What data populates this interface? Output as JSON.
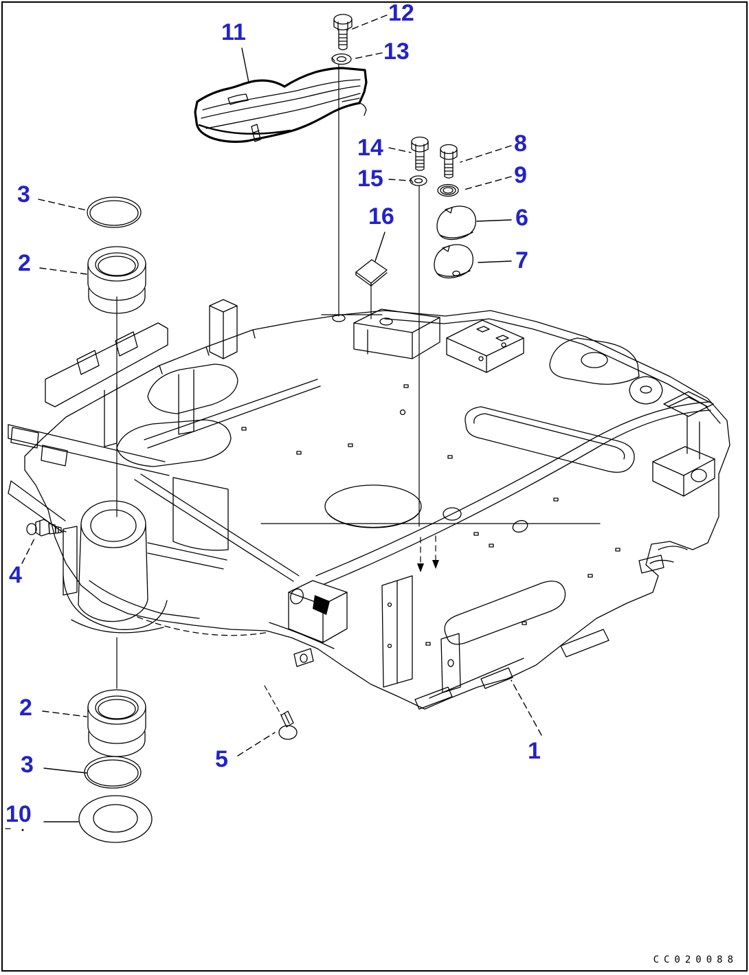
{
  "diagram": {
    "code": "CC020088",
    "colors": {
      "line": "#000000",
      "callout": "#2222CC",
      "background": "#FFFFFF"
    },
    "callouts": [
      {
        "num": "12"
      },
      {
        "num": "13"
      },
      {
        "num": "11"
      },
      {
        "num": "14"
      },
      {
        "num": "15"
      },
      {
        "num": "8"
      },
      {
        "num": "9"
      },
      {
        "num": "16"
      },
      {
        "num": "6"
      },
      {
        "num": "7"
      },
      {
        "num": "3"
      },
      {
        "num": "2"
      },
      {
        "num": "4"
      },
      {
        "num": "2"
      },
      {
        "num": "3"
      },
      {
        "num": "10"
      },
      {
        "num": "5"
      },
      {
        "num": "1"
      }
    ]
  }
}
